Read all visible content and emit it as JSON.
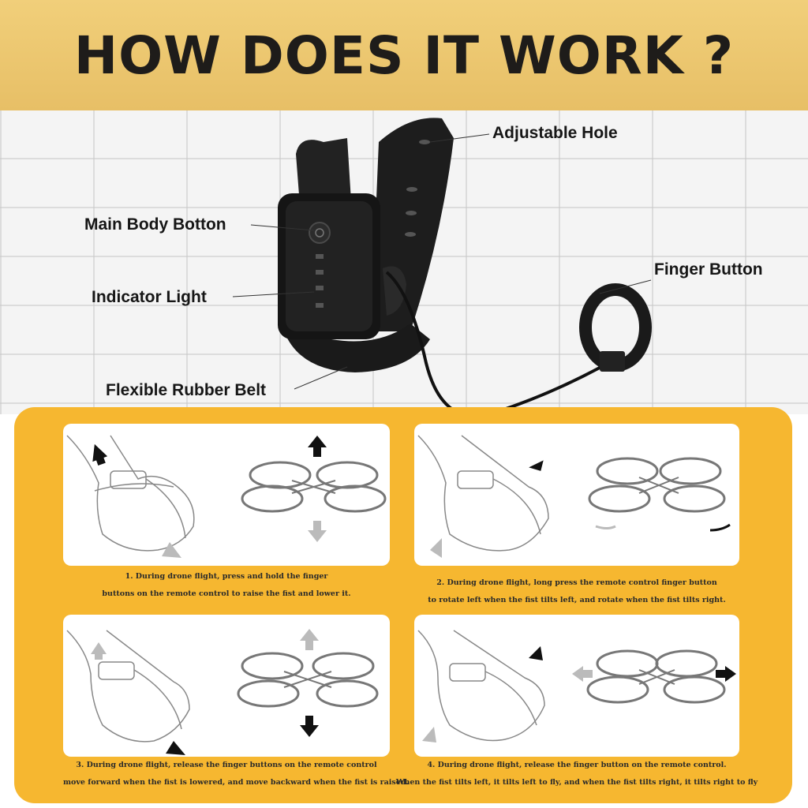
{
  "header": {
    "title": "HOW DOES IT WORK ?"
  },
  "colors": {
    "header_bg": "#eec872",
    "panel_bg": "#f6b730",
    "text": "#1e1c1a"
  },
  "callouts": {
    "adjustable_hole": "Adjustable Hole",
    "main_body_button": "Main Body Botton",
    "indicator_light": "Indicator Light",
    "finger_button": "Finger Button",
    "flexible_rubber_belt": "Flexible Rubber Belt"
  },
  "steps": [
    {
      "line1": "1. During drone flight, press and hold the finger",
      "line2": "buttons on the remote control to raise the fist and lower it."
    },
    {
      "line1": "2. During drone flight, long press the remote control finger button",
      "line2": "to rotate left when the fist tilts left, and rotate when the fist tilts right."
    },
    {
      "line1": "3. During drone flight, release the finger buttons on the remote control",
      "line2": "move forward when the fist is lowered, and move backward when the fist is raised."
    },
    {
      "line1": "4. During drone flight, release the finger button on the remote control.",
      "line2": "When the fist tilts left, it tilts left to fly, and when the fist tilts right, it tilts right to fly"
    }
  ],
  "icons": [
    "wrist-remote-icon",
    "finger-ring-icon",
    "hand-icon",
    "drone-icon",
    "arrow-icon"
  ]
}
